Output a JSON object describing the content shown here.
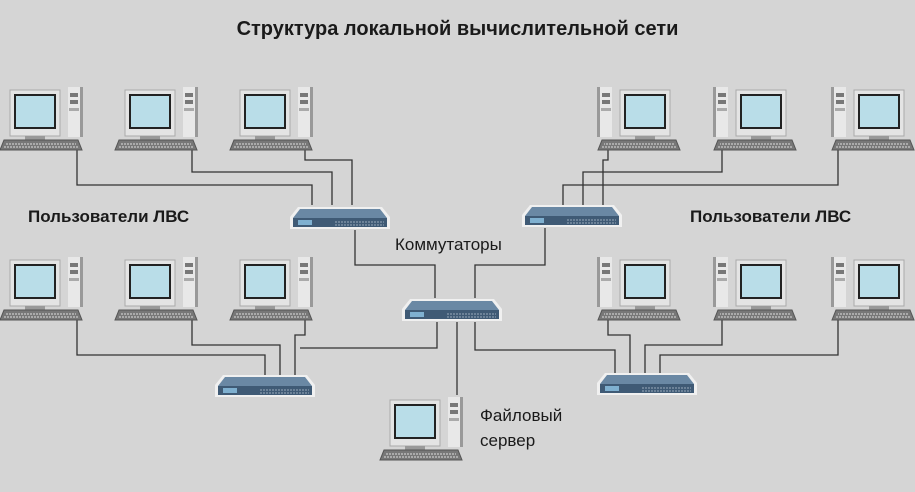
{
  "title": "Структура локальной вычислительной сети",
  "labels": {
    "users_left": "Пользователи ЛВС",
    "users_right": "Пользователи ЛВС",
    "switches": "Коммутаторы",
    "file_server_line1": "Файловый",
    "file_server_line2": "сервер"
  },
  "colors": {
    "background": "#d5d5d5",
    "screen": "#b9dde8",
    "switch": "#4f6e8c"
  }
}
